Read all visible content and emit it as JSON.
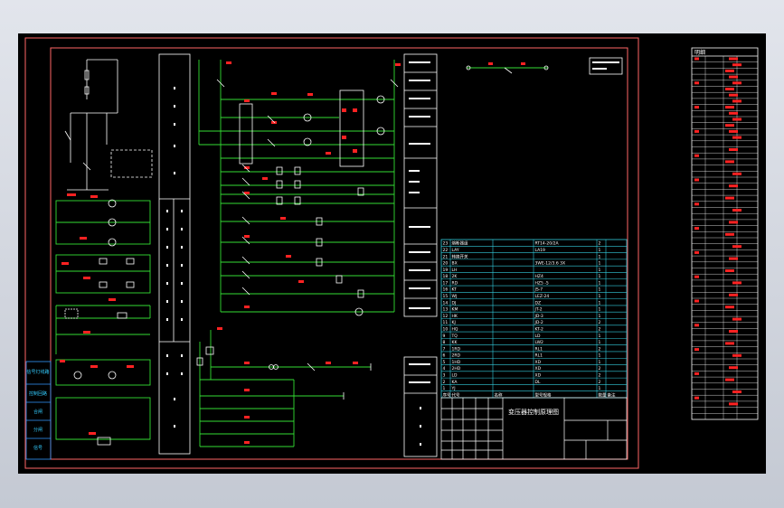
{
  "title_block": {
    "drawing_title": "变压器控制原理图"
  },
  "colors": {
    "background": "#000000",
    "frame": "#ff6666",
    "wire": "#33dd33",
    "component": "#ff2222",
    "text": "#ffffff",
    "table": "#33ccdd",
    "label": "#ff4444"
  },
  "left_labels": [
    "信号灯线路",
    "控制回路",
    "合闸",
    "分闸",
    "信号"
  ],
  "bom_rows": [
    [
      "23",
      "熔断器组",
      "",
      "RT14-20/2A",
      "2",
      ""
    ],
    [
      "22",
      "LAY",
      "",
      "LA19",
      "1",
      ""
    ],
    [
      "21",
      "转换开关",
      "",
      "",
      "1",
      ""
    ],
    [
      "20",
      "BX",
      "",
      "3WE-12/3.6 3X",
      "1",
      ""
    ],
    [
      "19",
      "LH",
      "",
      "",
      "1",
      ""
    ],
    [
      "18",
      "2K",
      "",
      "HZ4",
      "1",
      ""
    ],
    [
      "17",
      "RD",
      "",
      "HZ5 -5",
      "1",
      ""
    ],
    [
      "16",
      "KT",
      "",
      "JS-7",
      "1",
      ""
    ],
    [
      "15",
      "WJ",
      "",
      "LEZ-24",
      "1",
      ""
    ],
    [
      "14",
      "DJ",
      "",
      "DZ",
      "1",
      ""
    ],
    [
      "13",
      "KM",
      "",
      "JT-2",
      "1",
      ""
    ],
    [
      "12",
      "HK",
      "",
      "JD-3",
      "1",
      ""
    ],
    [
      "11",
      "KJ",
      "",
      "JD-2",
      "2",
      ""
    ],
    [
      "10",
      "HQ",
      "",
      "KT-2",
      "2",
      ""
    ],
    [
      "9",
      "TQ",
      "",
      "LD",
      "1",
      ""
    ],
    [
      "8",
      "KK",
      "",
      "LW2",
      "1",
      ""
    ],
    [
      "7",
      "1RD",
      "",
      "RL1",
      "2",
      ""
    ],
    [
      "6",
      "2RD",
      "",
      "RL1",
      "1",
      ""
    ],
    [
      "5",
      "1HD",
      "",
      "XD",
      "1",
      ""
    ],
    [
      "4",
      "2HD",
      "",
      "XD",
      "2",
      ""
    ],
    [
      "3",
      "LD",
      "",
      "XD",
      "2",
      ""
    ],
    [
      "2",
      "KA",
      "",
      "DL",
      "2",
      ""
    ],
    [
      "1",
      "YJ",
      "",
      "",
      "1",
      ""
    ]
  ],
  "bom_header": [
    "序号",
    "代号",
    "名称",
    "型号规格",
    "数量",
    "备注"
  ],
  "side_table_title": "明细"
}
